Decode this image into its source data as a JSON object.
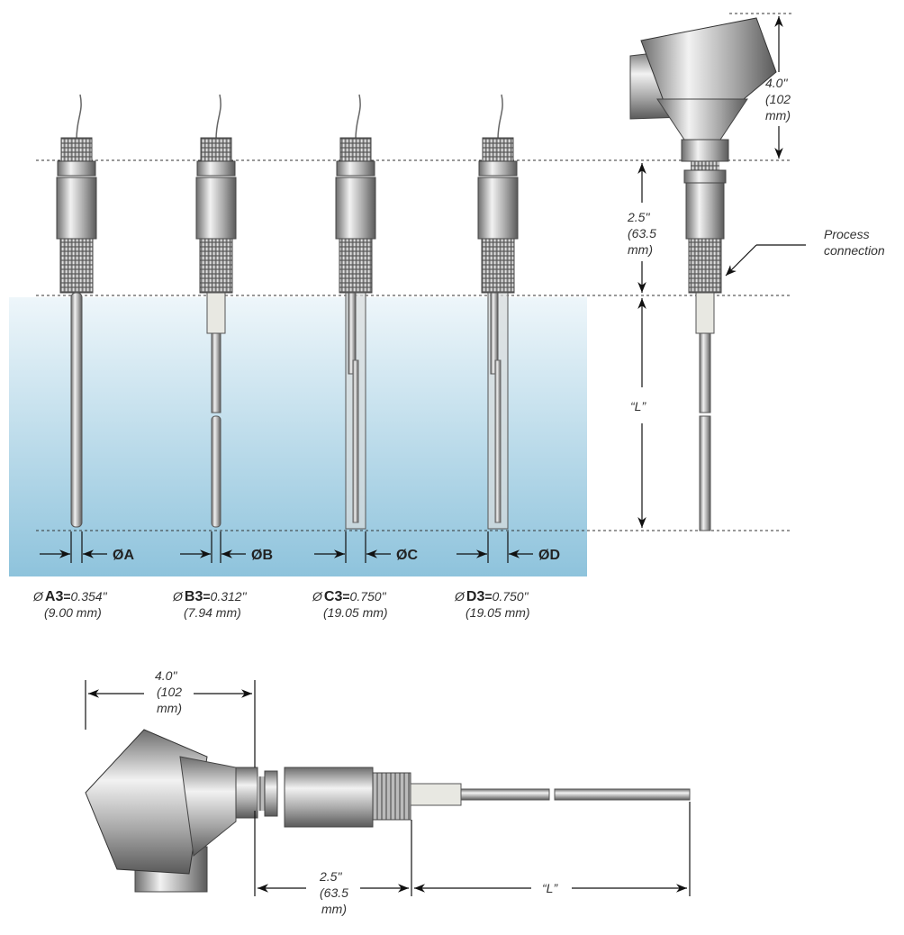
{
  "colors": {
    "immersion_top": "#e9f4f9",
    "immersion_bottom": "#8ec3dc",
    "metal": "#a9a9a9"
  },
  "probes": [
    {
      "diameter_label": "ØA",
      "size_symbol": "Ø",
      "size_code": "A3",
      "size_inch": "0.354\"",
      "size_mm": "(9.00 mm)"
    },
    {
      "diameter_label": "ØB",
      "size_symbol": "Ø",
      "size_code": "B3",
      "size_inch": "0.312\"",
      "size_mm": "(7.94 mm)"
    },
    {
      "diameter_label": "ØC",
      "size_symbol": "Ø",
      "size_code": "C3",
      "size_inch": "0.750\"",
      "size_mm": "(19.05 mm)"
    },
    {
      "diameter_label": "ØD",
      "size_symbol": "Ø",
      "size_code": "D3",
      "size_inch": "0.750\"",
      "size_mm": "(19.05 mm)"
    }
  ],
  "dimensions": {
    "head_height": [
      "4.0\"",
      "(102",
      "mm)"
    ],
    "hex_length": [
      "2.5\"",
      "(63.5",
      "mm)"
    ],
    "immersion_length": "“L”",
    "process_connection": [
      "Process",
      "connection"
    ]
  },
  "equals": "="
}
